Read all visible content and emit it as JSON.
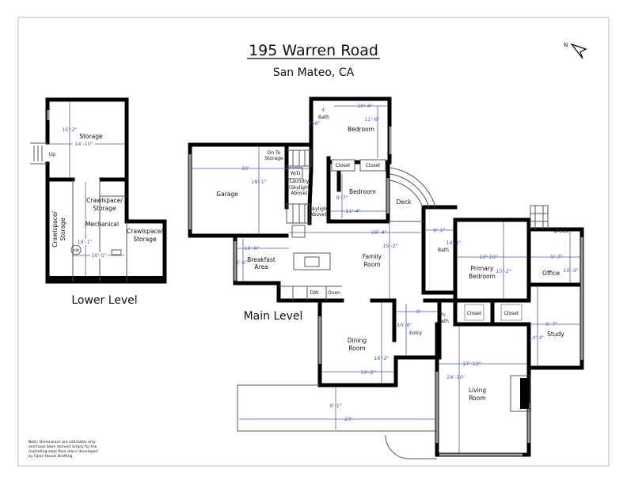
{
  "header": {
    "title": "195 Warren Road",
    "subtitle": "San Mateo, CA",
    "north_label": "N"
  },
  "note": [
    "Note: Dimensions are estimates only",
    "and have been derived simply for the",
    "marketing-style floor plans developed",
    "by Open House Drafting."
  ],
  "colors": {
    "walls": "#000000",
    "dimensions": "#4a5fa8"
  },
  "lower_level": {
    "label": "Lower Level",
    "rooms": {
      "storage": "Storage",
      "up": "Up",
      "crawl1": [
        "Crawlspace/",
        "Storage"
      ],
      "mechanical": "Mechanical",
      "crawl2": [
        "Crawlspace/",
        "Storage"
      ],
      "crawl3": [
        "Crawlspace/",
        "Storage"
      ],
      "hw": "HW"
    },
    "dims": {
      "storage_h": "15'-2\"",
      "storage_w": "14'-10\"",
      "mech_h": "19'-1\"",
      "mech_w": "10'-5\""
    }
  },
  "main_level": {
    "label": "Main Level",
    "rooms": {
      "garage": "Garage",
      "dn_storage": [
        "Dn To",
        "Storage"
      ],
      "wd": "W/D",
      "laundry": [
        "Laundry",
        "(Skylight",
        "Above)"
      ],
      "skylight": [
        "(Skylight",
        "Above)"
      ],
      "bath_top": "Bath",
      "bedroom1": "Bedroom",
      "closet1": "Closet",
      "closet2": "Closet",
      "bedroom2": "Bedroom",
      "deck1": "Deck",
      "family": [
        "Family",
        "Room"
      ],
      "breakfast": [
        "Breakfast",
        "Area"
      ],
      "dw": "DW",
      "oven": "Oven",
      "bath_primary": "Bath",
      "primary": [
        "Primary",
        "Bedroom"
      ],
      "deck2": "Deck",
      "office": "Office",
      "closet3": "Closet",
      "closet4": "Closet",
      "half_bath": [
        "½",
        "Bath"
      ],
      "study": "Study",
      "entry": "Entry",
      "dining": [
        "Dining",
        "Room"
      ],
      "living": [
        "Living",
        "Room"
      ],
      "fp": "FP"
    },
    "dims": {
      "garage_w": "19'",
      "garage_h": "18'-1\"",
      "bath_w": "4'",
      "bath_h": "7'-6\"",
      "bed1_w": "10'-4\"",
      "bed1_h": "11'-6\"",
      "bed2_h": "9'-7\"",
      "bed2_w": "11'-4\"",
      "family_w": "26'-4\"",
      "family_h": "15'-2\"",
      "breakfast_w": "10'-6\"",
      "breakfast_h": "8'-6\"",
      "pbath_w": "6'-1\"",
      "pbath_h": "14'-1\"",
      "primary_w": "13'-10\"",
      "primary_h": "15'-2\"",
      "office_w": "9'-7\"",
      "office_h": "10'-3\"",
      "entry_w": "8'",
      "entry_h": "10'-8\"",
      "study_w": "9'-7\"",
      "study_h": "14'-4\"",
      "dining_h": "16'-2\"",
      "dining_w": "14'-2\"",
      "living_w": "17'-10\"",
      "living_h": "24'-10\"",
      "patio_h": "9'-1\"",
      "patio_w": "23'"
    }
  }
}
